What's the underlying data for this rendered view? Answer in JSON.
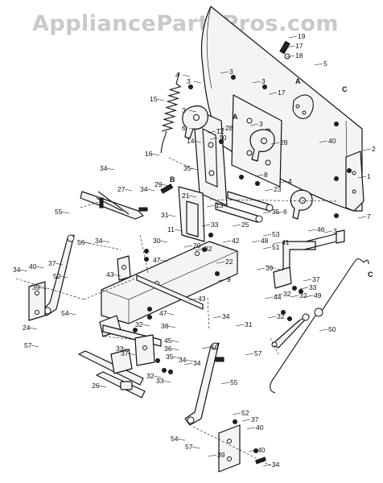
{
  "watermark": "AppliancePartsPros.com",
  "callouts": [
    {
      "id": "c1",
      "text": "1"
    },
    {
      "id": "c2",
      "text": "2"
    },
    {
      "id": "c3a",
      "text": "3"
    },
    {
      "id": "c3b",
      "text": "3"
    },
    {
      "id": "c3c",
      "text": "3"
    },
    {
      "id": "c3d",
      "text": "3"
    },
    {
      "id": "c3e",
      "text": "3"
    },
    {
      "id": "c3f",
      "text": "3"
    },
    {
      "id": "c4a",
      "text": "4"
    },
    {
      "id": "c4b",
      "text": "4"
    },
    {
      "id": "c5",
      "text": "5"
    },
    {
      "id": "c6a",
      "text": "6"
    },
    {
      "id": "c6b",
      "text": "6"
    },
    {
      "id": "c7",
      "text": "7"
    },
    {
      "id": "c8",
      "text": "8"
    },
    {
      "id": "c9",
      "text": "9"
    },
    {
      "id": "c10",
      "text": "10"
    },
    {
      "id": "c11",
      "text": "11"
    },
    {
      "id": "c12",
      "text": "12"
    },
    {
      "id": "c13",
      "text": "13"
    },
    {
      "id": "c14",
      "text": "14"
    },
    {
      "id": "c15",
      "text": "15"
    },
    {
      "id": "c16",
      "text": "16"
    },
    {
      "id": "c17a",
      "text": "17"
    },
    {
      "id": "c17b",
      "text": "17"
    },
    {
      "id": "c18",
      "text": "18"
    },
    {
      "id": "c19",
      "text": "19"
    },
    {
      "id": "c20",
      "text": "20"
    },
    {
      "id": "c21",
      "text": "21"
    },
    {
      "id": "c22",
      "text": "22"
    },
    {
      "id": "c23",
      "text": "23"
    },
    {
      "id": "c24",
      "text": "24"
    },
    {
      "id": "c25",
      "text": "25"
    },
    {
      "id": "c26",
      "text": "26"
    },
    {
      "id": "c27",
      "text": "27"
    },
    {
      "id": "c28a",
      "text": "28"
    },
    {
      "id": "c28b",
      "text": "28"
    },
    {
      "id": "c29",
      "text": "29"
    },
    {
      "id": "c30",
      "text": "30"
    },
    {
      "id": "c31a",
      "text": "31"
    },
    {
      "id": "c31b",
      "text": "31"
    },
    {
      "id": "c32a",
      "text": "32"
    },
    {
      "id": "c32b",
      "text": "32"
    },
    {
      "id": "c32c",
      "text": "32"
    },
    {
      "id": "c32d",
      "text": "32"
    },
    {
      "id": "c32e",
      "text": "32"
    },
    {
      "id": "c32f",
      "text": "32"
    },
    {
      "id": "c33a",
      "text": "33"
    },
    {
      "id": "c33b",
      "text": "33"
    },
    {
      "id": "c33c",
      "text": "33"
    },
    {
      "id": "c33d",
      "text": "33"
    },
    {
      "id": "c34a",
      "text": "34"
    },
    {
      "id": "c34b",
      "text": "34"
    },
    {
      "id": "c34c",
      "text": "34"
    },
    {
      "id": "c34d",
      "text": "34"
    },
    {
      "id": "c34e",
      "text": "34"
    },
    {
      "id": "c34f",
      "text": "34"
    },
    {
      "id": "c34g",
      "text": "34"
    },
    {
      "id": "c34h",
      "text": "34"
    },
    {
      "id": "c35a",
      "text": "35"
    },
    {
      "id": "c35b",
      "text": "35"
    },
    {
      "id": "c35c",
      "text": "35"
    },
    {
      "id": "c36",
      "text": "36"
    },
    {
      "id": "c37a",
      "text": "37"
    },
    {
      "id": "c37b",
      "text": "37"
    },
    {
      "id": "c37c",
      "text": "37"
    },
    {
      "id": "c37d",
      "text": "37"
    },
    {
      "id": "c38",
      "text": "38"
    },
    {
      "id": "c39a",
      "text": "39"
    },
    {
      "id": "c39b",
      "text": "39"
    },
    {
      "id": "c39c",
      "text": "39"
    },
    {
      "id": "c40a",
      "text": "40"
    },
    {
      "id": "c40b",
      "text": "40"
    },
    {
      "id": "c40c",
      "text": "40"
    },
    {
      "id": "c40d",
      "text": "40"
    },
    {
      "id": "c41",
      "text": "41"
    },
    {
      "id": "c42",
      "text": "42"
    },
    {
      "id": "c43a",
      "text": "43"
    },
    {
      "id": "c43b",
      "text": "43"
    },
    {
      "id": "c44",
      "text": "44"
    },
    {
      "id": "c45",
      "text": "45"
    },
    {
      "id": "c46",
      "text": "46"
    },
    {
      "id": "c47a",
      "text": "47"
    },
    {
      "id": "c47b",
      "text": "47"
    },
    {
      "id": "c48",
      "text": "48"
    },
    {
      "id": "c49",
      "text": "49"
    },
    {
      "id": "c50",
      "text": "50"
    },
    {
      "id": "c51",
      "text": "51"
    },
    {
      "id": "c52a",
      "text": "52"
    },
    {
      "id": "c52b",
      "text": "52"
    },
    {
      "id": "c53",
      "text": "53"
    },
    {
      "id": "c54a",
      "text": "54"
    },
    {
      "id": "c54b",
      "text": "54"
    },
    {
      "id": "c55a",
      "text": "55"
    },
    {
      "id": "c55b",
      "text": "55"
    },
    {
      "id": "c56a",
      "text": "56"
    },
    {
      "id": "c56b",
      "text": "56"
    },
    {
      "id": "c57a",
      "text": "57"
    },
    {
      "id": "c57b",
      "text": "57"
    },
    {
      "id": "c57c",
      "text": "57"
    }
  ],
  "letters": [
    {
      "id": "lA1",
      "text": "A"
    },
    {
      "id": "lA2",
      "text": "A"
    },
    {
      "id": "lB",
      "text": "B"
    },
    {
      "id": "lC1",
      "text": "C"
    },
    {
      "id": "lC2",
      "text": "C"
    }
  ]
}
